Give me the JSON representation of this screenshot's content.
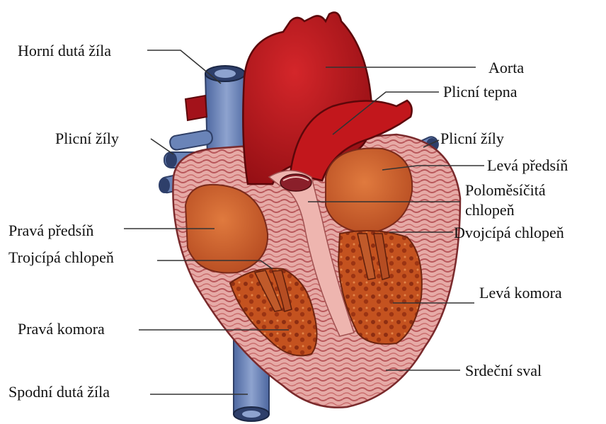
{
  "labels": {
    "horni_duta_zila": "Horní dutá žíla",
    "aorta": "Aorta",
    "plicni_tepna": "Plicní tepna",
    "plicni_zily_left": "Plicní žíly",
    "plicni_zily_right": "Plicní žíly",
    "leva_predsin": "Levá předsíň",
    "polomesicita_line1": "Poloměsíčitá",
    "polomesicita_line2": "chlopeň",
    "prava_predsin": "Pravá předsíň",
    "dvojcipa_chlopen": "Dvojcípá chlopeň",
    "trojcipa_chlopen": "Trojcípá chlopeň",
    "leva_komora": "Levá komora",
    "prava_komora": "Pravá komora",
    "srdecni_sval": "Srdeční sval",
    "spodni_duta_zila": "Spodní dutá žíla"
  },
  "colors": {
    "aorta_red": "#b5141a",
    "aorta_dark": "#7e0c10",
    "vein_blue": "#6d86b8",
    "vein_dark": "#3f5486",
    "muscle_pink": "#d9928f",
    "muscle_light": "#efc1bb",
    "chamber_orange": "#d6652e",
    "chamber_dark": "#a8401b"
  }
}
